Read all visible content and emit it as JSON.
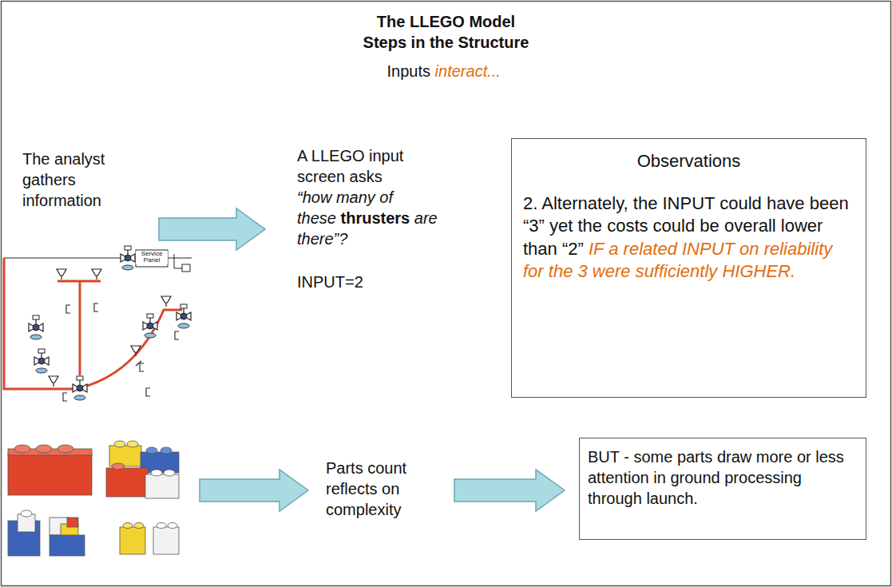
{
  "diagram": {
    "title": "The LLEGO Model",
    "nodes": [
      {
        "text": [
          "The analyst gathers information"
        ]
      },
      {
        "text": [
          "A LLEGO input screen asks",
          "“how many of these",
          "thrusters",
          "are there”?",
          "INPUT=2"
        ]
      },
      {
        "text": [
          "Observations",
          "2. Alternately, the INPUT could have been “3” yet the costs could be overall lower than “2”",
          "IF a related INPUT on reliability for the 3 were sufficiently HIGHER."
        ]
      },
      {
        "text": [
          "Parts count reflects on complexity"
        ]
      },
      {
        "text": [
          "BUT - some parts draw more or less attention in ground processing through launch."
        ]
      }
    ],
    "edges": [
      {
        "from": 0,
        "to": 1,
        "arrow": "to"
      },
      {
        "from": 3,
        "to": 4,
        "arrow": "to"
      }
    ],
    "labels": [
      "Steps in the Structure",
      "Inputs",
      "interact...",
      "Service Panel"
    ]
  }
}
